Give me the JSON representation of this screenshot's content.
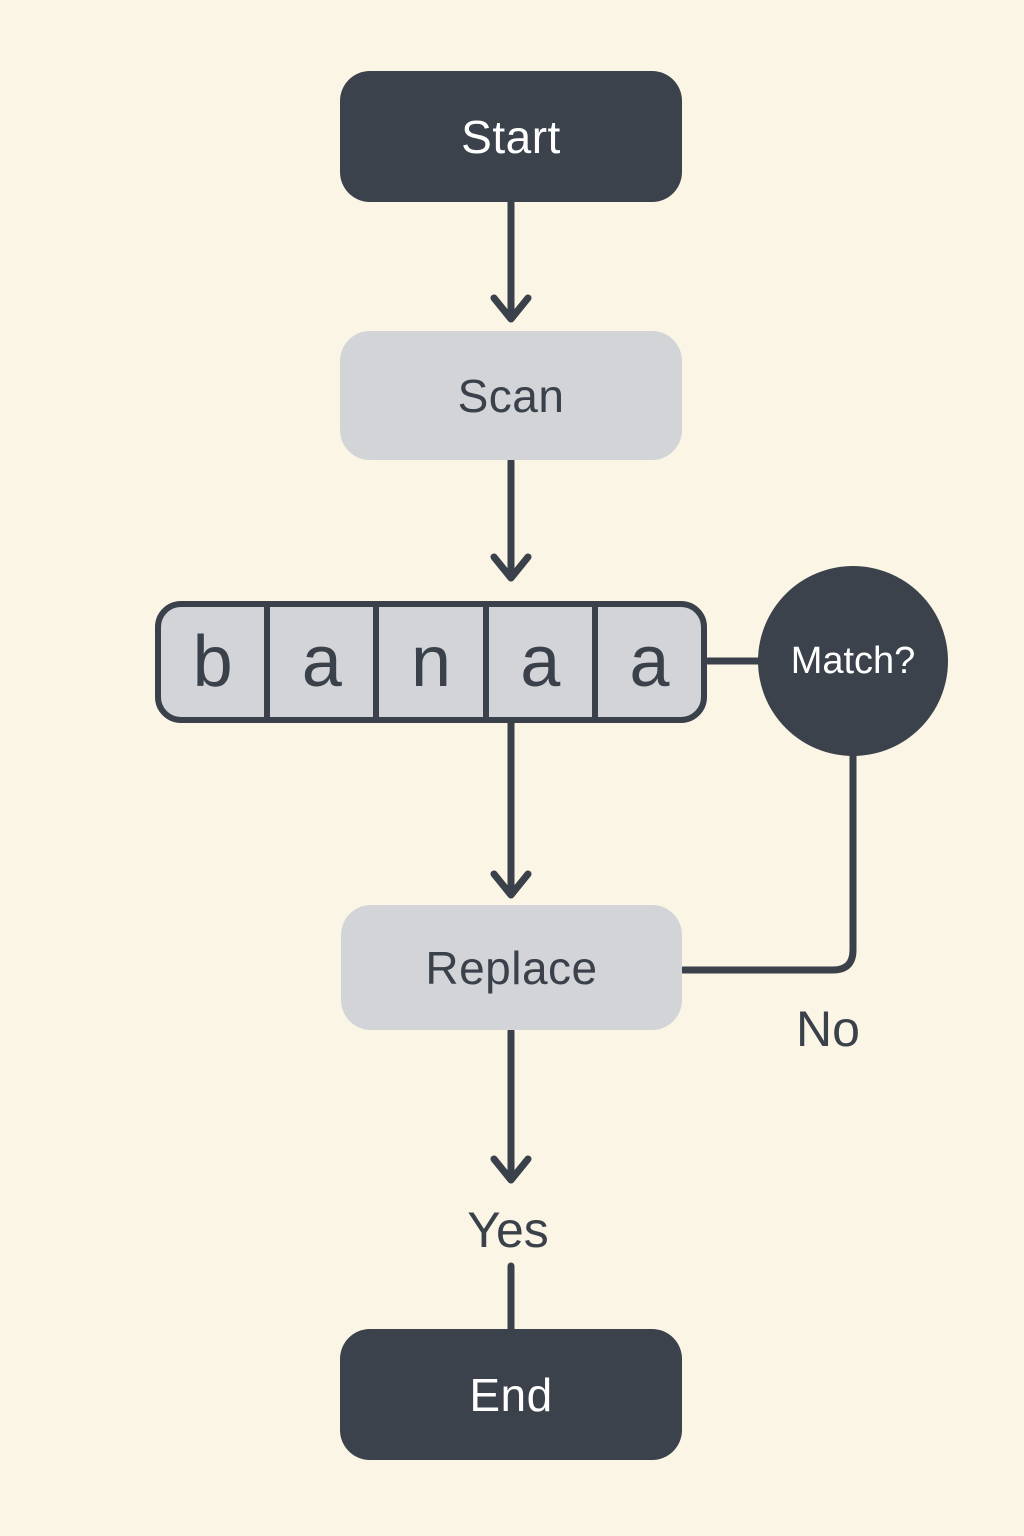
{
  "theme": {
    "background": "#fbf5e5",
    "node_dark": "#3b424b",
    "node_light": "#d2d4d8",
    "line": "#3a414a",
    "text_on_dark": "#ffffff",
    "text_on_light": "#3a414a"
  },
  "nodes": {
    "start": {
      "label": "Start"
    },
    "scan": {
      "label": "Scan"
    },
    "tape": {
      "cells": [
        "b",
        "a",
        "n",
        "a",
        "a"
      ]
    },
    "match": {
      "label": "Match?"
    },
    "replace": {
      "label": "Replace"
    },
    "end": {
      "label": "End"
    }
  },
  "edge_labels": {
    "no": "No",
    "yes": "Yes"
  }
}
